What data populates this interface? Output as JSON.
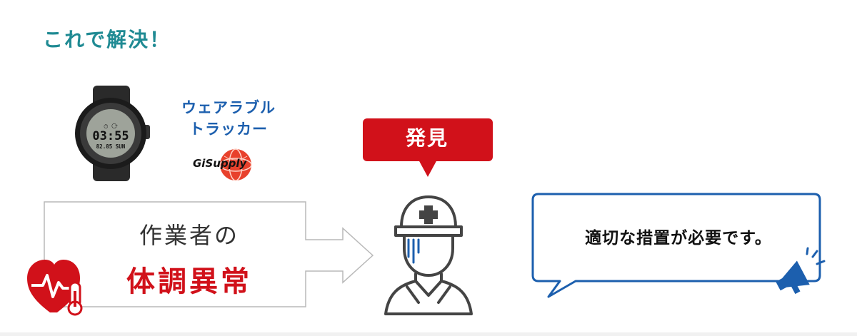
{
  "title": "これで解決！",
  "wearable": {
    "line1": "ウェアラブル",
    "line2": "トラッカー",
    "brand": "GiSupply"
  },
  "watch": {
    "time": "03:55",
    "sub": "82.85 SUN"
  },
  "worker_box": {
    "line1": "作業者の",
    "line2": "体調異常"
  },
  "discovery": {
    "label": "発見"
  },
  "action": {
    "text": "適切な措置が必要です。"
  },
  "icons": [
    "heart-pulse-icon",
    "thermometer-icon",
    "smartwatch-icon",
    "arrow-right-icon",
    "worker-hardhat-icon",
    "megaphone-icon"
  ],
  "colors": {
    "title": "#1f8a93",
    "wearable_text": "#1c5fae",
    "alert_red": "#d1111a",
    "bubble_blue": "#1c5fae"
  }
}
